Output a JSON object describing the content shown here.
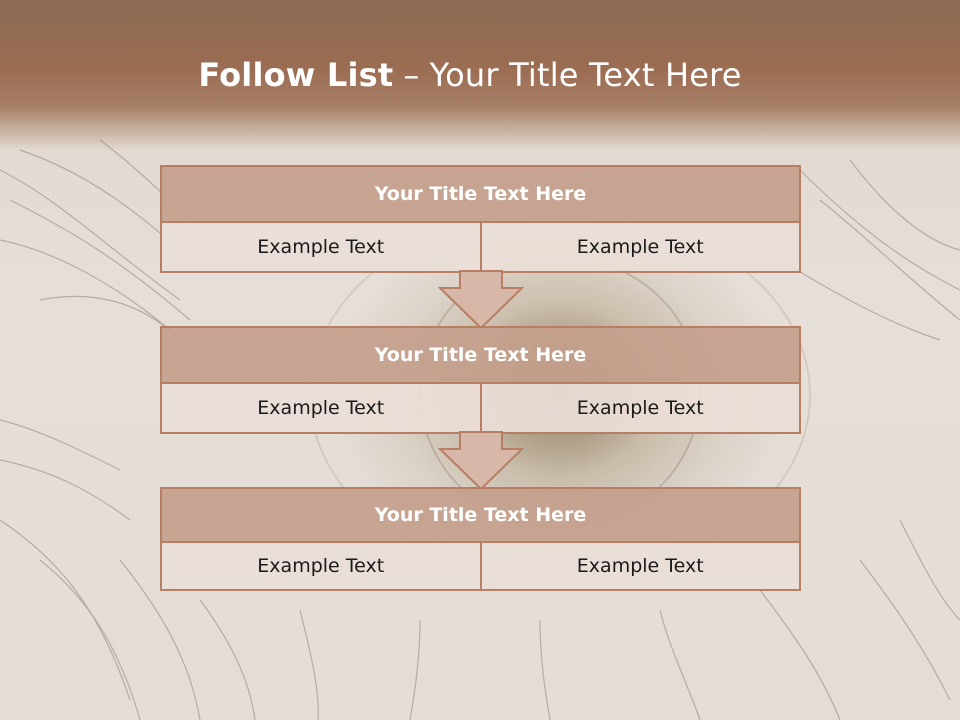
{
  "slide": {
    "title_strong": "Follow List",
    "title_separator": "–",
    "title_rest": "Your Title Text Here"
  },
  "blocks": [
    {
      "title": "Your Title Text Here",
      "cells": [
        "Example Text",
        "Example Text"
      ]
    },
    {
      "title": "Your Title Text Here",
      "cells": [
        "Example Text",
        "Example Text"
      ]
    },
    {
      "title": "Your Title Text Here",
      "cells": [
        "Example Text",
        "Example Text"
      ]
    }
  ],
  "colors": {
    "header_band": "#9b6d52",
    "title_bar_fill": "#c4a08c",
    "border": "#b77e63",
    "cell_fill": "#eadbd3",
    "arrow_fill": "#d7b8a8"
  }
}
